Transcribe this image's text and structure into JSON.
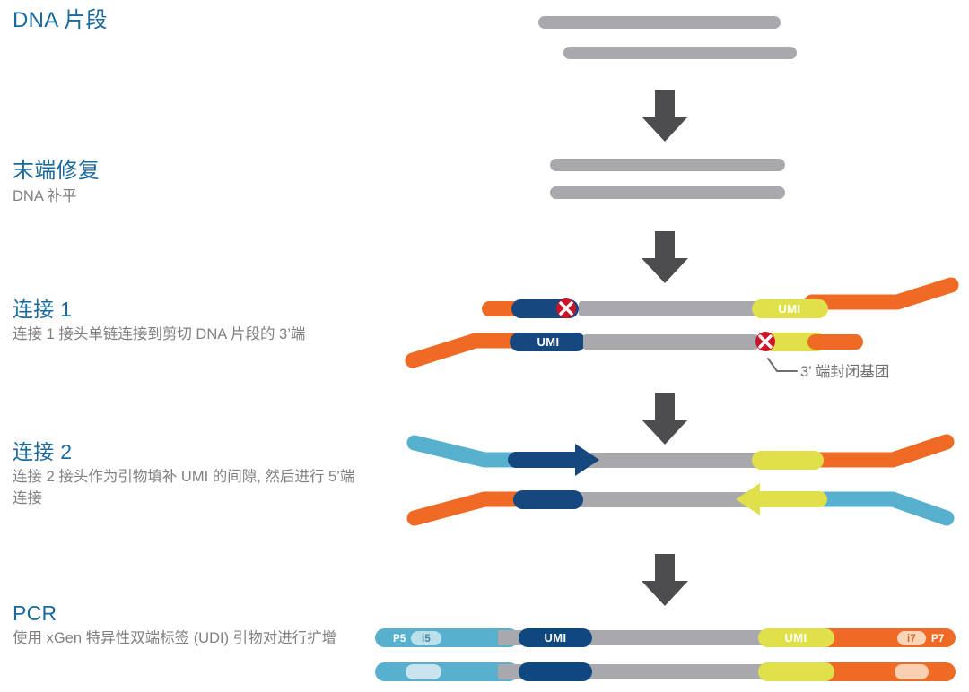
{
  "steps": [
    {
      "id": "dna-fragmentation",
      "title": "DNA 片段",
      "desc": ""
    },
    {
      "id": "end-repair",
      "title": "末端修复",
      "desc": "DNA 补平"
    },
    {
      "id": "ligation-1",
      "title": "连接 1",
      "desc": "连接 1 接头单链连接到剪切 DNA 片段的 3’端"
    },
    {
      "id": "ligation-2",
      "title": "连接 2",
      "desc": "连接 2 接头作为引物填补 UMI 的间隙, 然后进行 5’端连接"
    },
    {
      "id": "pcr",
      "title": "PCR",
      "desc": "使用 xGen 特异性双端标签 (UDI) 引物对进行扩增"
    }
  ],
  "annotations": {
    "blocking_group": "3’ 端封闭基团"
  },
  "labels": {
    "umi": "UMI",
    "p5": "P5",
    "i5": "i5",
    "i7": "i7",
    "p7": "P7"
  },
  "colors": {
    "heading": "#1b6a9c",
    "body_text": "#808080",
    "dna_gray": "#a9a9ad",
    "arrow_gray": "#4d4d4f",
    "orange": "#ef6a24",
    "light_blue": "#57b0ce",
    "navy": "#16477e",
    "dark_navy": "#0f477f",
    "yellow": "#dfe04a",
    "red_block": "#c9142a",
    "pale_blue": "#c9e4ef",
    "pale_orange": "#fbd0b0"
  }
}
